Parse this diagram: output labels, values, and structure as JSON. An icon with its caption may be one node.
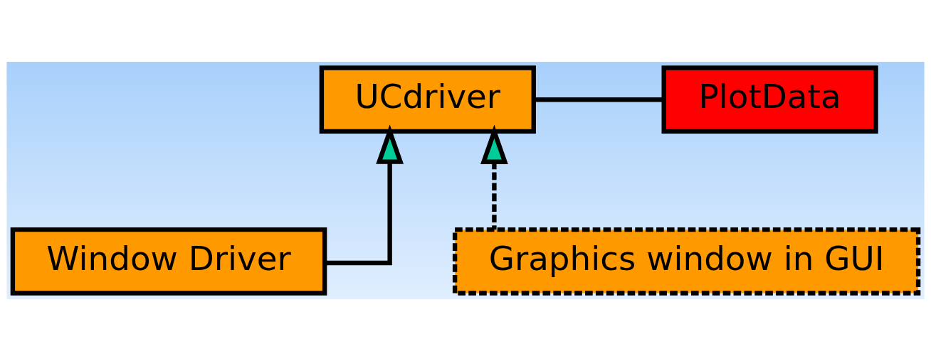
{
  "diagram": {
    "nodes": [
      {
        "text": [
          "PlotData"
        ]
      },
      {
        "text": [
          "UCdriver"
        ]
      },
      {
        "text": [
          "Window Driver"
        ]
      },
      {
        "text": [
          "Graphics window in GUI"
        ]
      }
    ],
    "edges": [
      {
        "from": 0,
        "to": 1,
        "arrow": "none"
      },
      {
        "from": 2,
        "to": 1,
        "arrow": "to"
      },
      {
        "from": 3,
        "to": 1,
        "arrow": "to",
        "style": "dashed"
      }
    ]
  }
}
